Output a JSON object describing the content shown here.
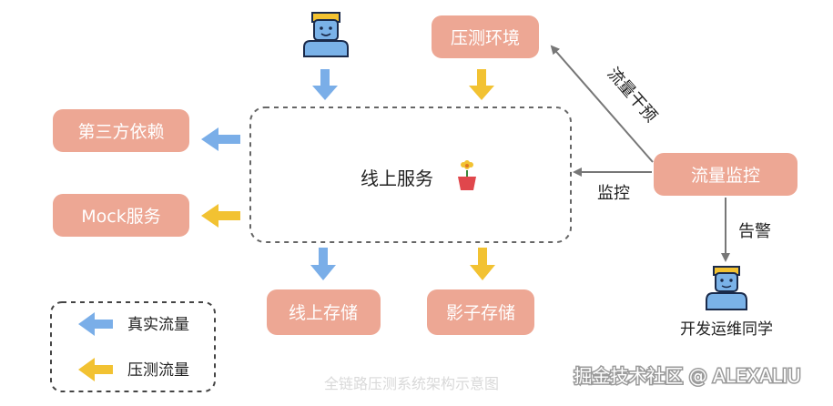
{
  "nodes": {
    "online_service": "线上服务",
    "pressure_env": "压测环境",
    "third_party": "第三方依赖",
    "mock_service": "Mock服务",
    "online_storage": "线上存储",
    "shadow_storage": "影子存储",
    "traffic_monitor": "流量监控",
    "devops": "开发运维同学"
  },
  "edge_labels": {
    "intervene": "流量干预",
    "monitor": "监控",
    "alert": "告警"
  },
  "legend": {
    "real_traffic": "真实流量",
    "test_traffic": "压测流量"
  },
  "caption": "全链路压测系统架构示意图",
  "watermark": "掘金技术社区 @ ALEXALIU",
  "colors": {
    "box_fill": "#eda794",
    "real_arrow": "#7aaee8",
    "test_arrow": "#f2c232",
    "gray": "#777777",
    "dash": "#666666"
  }
}
